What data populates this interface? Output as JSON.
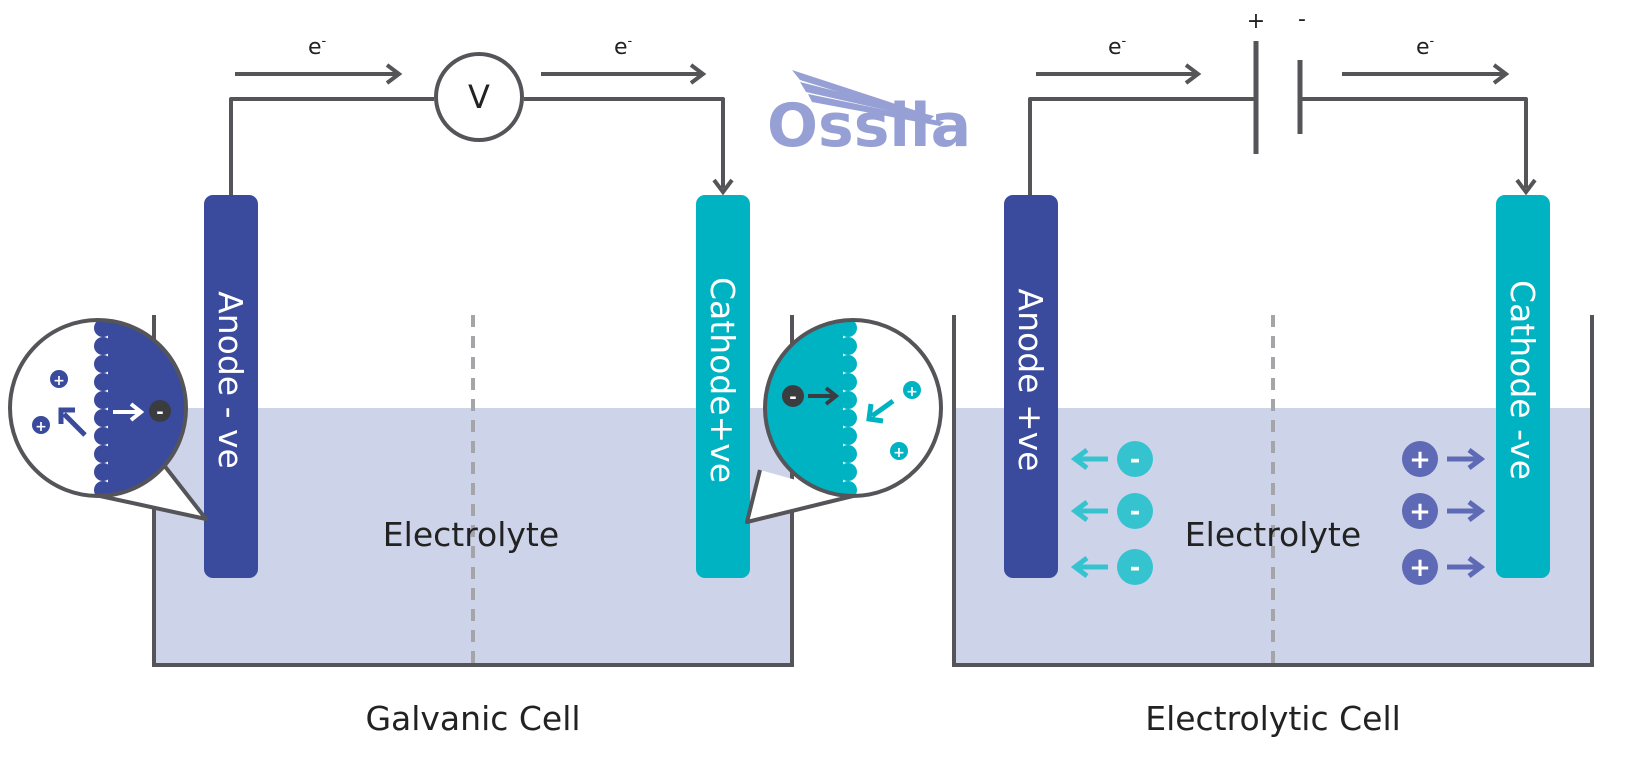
{
  "colors": {
    "wire": "#555559",
    "electrolyte": "#cdd4ea",
    "anode": "#3a4a9c",
    "cathode": "#00b3c2",
    "divider": "#a5a5a9",
    "ion_cyan": "#36c3d0",
    "ion_purple": "#5e6ab5",
    "logo": "#96a0d4"
  },
  "logo": {
    "text": "Ossila"
  },
  "galvanic": {
    "caption": "Galvanic Cell",
    "electrolyte_label": "Electrolyte",
    "anode_label": "Anode - ve",
    "cathode_label": "Cathode+ve",
    "meter_label": "V",
    "electron_left": "e",
    "electron_right": "e",
    "electron_sup": "-",
    "anode_zoom": {
      "neg_ion": "-",
      "pos_ion": "+"
    },
    "cathode_zoom": {
      "neg_ion": "-",
      "pos_ion": "+"
    }
  },
  "electrolytic": {
    "caption": "Electrolytic Cell",
    "electrolyte_label": "Electrolyte",
    "anode_label": "Anode +ve",
    "cathode_label": "Cathode -ve",
    "battery_plus": "+",
    "battery_minus": "-",
    "electron_left": "e",
    "electron_right": "e",
    "electron_sup": "-",
    "anion_symbol": "-",
    "cation_symbol": "+"
  }
}
